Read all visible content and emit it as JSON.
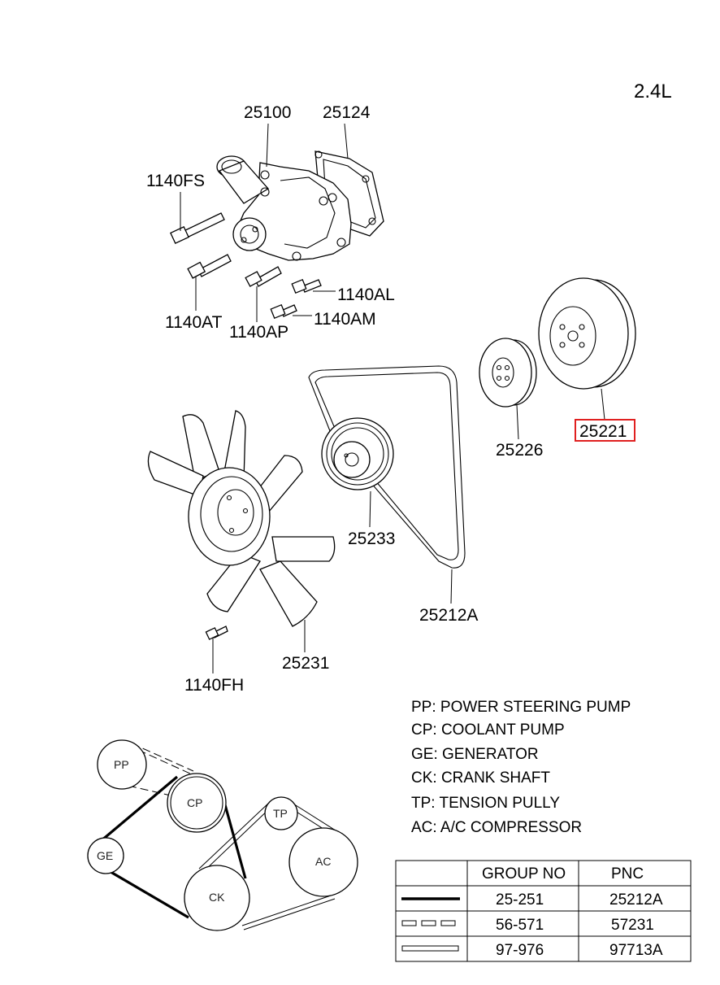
{
  "engine": "2.4L",
  "callouts": {
    "p25100": "25100",
    "p25124": "25124",
    "p1140FS": "1140FS",
    "p1140AL": "1140AL",
    "p1140AT": "1140AT",
    "p1140AP": "1140AP",
    "p1140AM": "1140AM",
    "p25221": "25221",
    "p25226": "25226",
    "p25233": "25233",
    "p25212A": "25212A",
    "p25231": "25231",
    "p1140FH": "1140FH"
  },
  "highlighted_part": "25221",
  "highlight_color": "#e02020",
  "legend": [
    "PP: POWER STEERING PUMP",
    "CP: COOLANT PUMP",
    "GE: GENERATOR",
    "CK: CRANK SHAFT",
    "TP: TENSION PULLY",
    "AC: A/C COMPRESSOR"
  ],
  "pulleys": {
    "pp": "PP",
    "cp": "CP",
    "ge": "GE",
    "ck": "CK",
    "tp": "TP",
    "ac": "AC"
  },
  "table": {
    "headers": [
      "GROUP NO",
      "PNC"
    ],
    "rows": [
      {
        "line_style": "solid-thick",
        "group_no": "25-251",
        "pnc": "25212A"
      },
      {
        "line_style": "dashed-double",
        "group_no": "56-571",
        "pnc": "57231"
      },
      {
        "line_style": "double-line",
        "group_no": "97-976",
        "pnc": "97713A"
      }
    ]
  }
}
